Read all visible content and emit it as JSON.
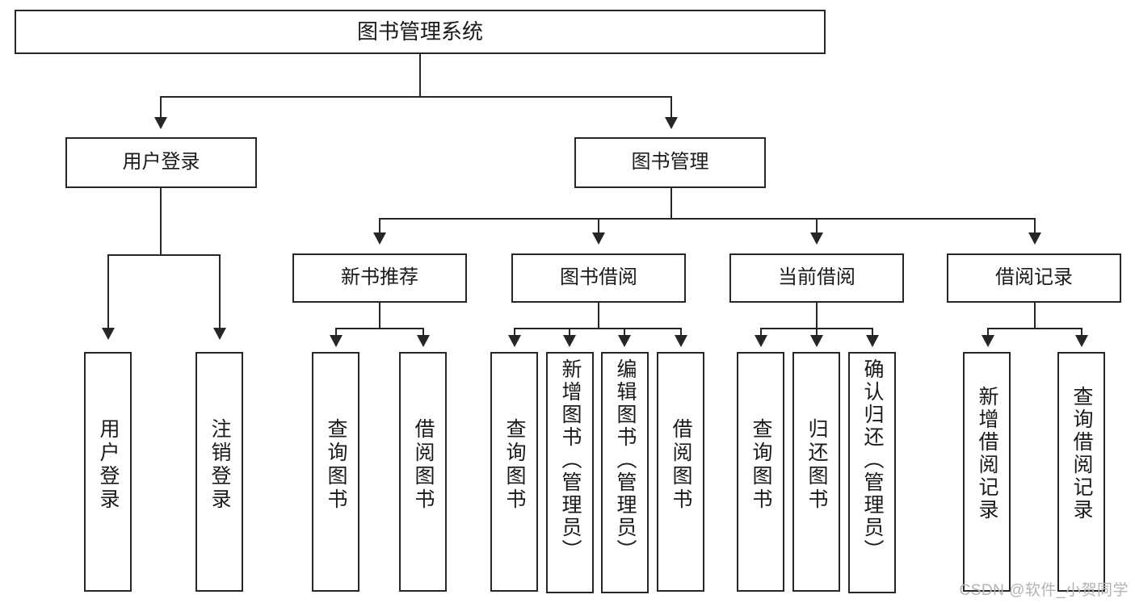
{
  "diagram": {
    "title": "图书管理系统",
    "root": {
      "label": "图书管理系统"
    },
    "level2": [
      {
        "label": "用户登录"
      },
      {
        "label": "图书管理"
      }
    ],
    "level3": [
      {
        "label": "新书推荐"
      },
      {
        "label": "图书借阅"
      },
      {
        "label": "当前借阅"
      },
      {
        "label": "借阅记录"
      }
    ],
    "leaves": {
      "user_login": [
        {
          "label": "用户登录"
        },
        {
          "label": "注销登录"
        }
      ],
      "new_book_recommend": [
        {
          "label": "查询图书"
        },
        {
          "label": "借阅图书"
        }
      ],
      "book_borrow": [
        {
          "label": "查询图书"
        },
        {
          "label": "新增图书（管理员）"
        },
        {
          "label": "编辑图书（管理员）"
        },
        {
          "label": "借阅图书"
        }
      ],
      "current_borrow": [
        {
          "label": "查询图书"
        },
        {
          "label": "归还图书"
        },
        {
          "label": "确认归还（管理员）"
        }
      ],
      "borrow_record": [
        {
          "label": "新增借阅记录"
        },
        {
          "label": "查询借阅记录"
        }
      ]
    }
  },
  "watermark": {
    "text": "CSDN @软件_小贺同学"
  },
  "colors": {
    "stroke": "#262626",
    "background": "#ffffff",
    "text": "#1a1a1a",
    "watermark": "#b3b3b3"
  }
}
